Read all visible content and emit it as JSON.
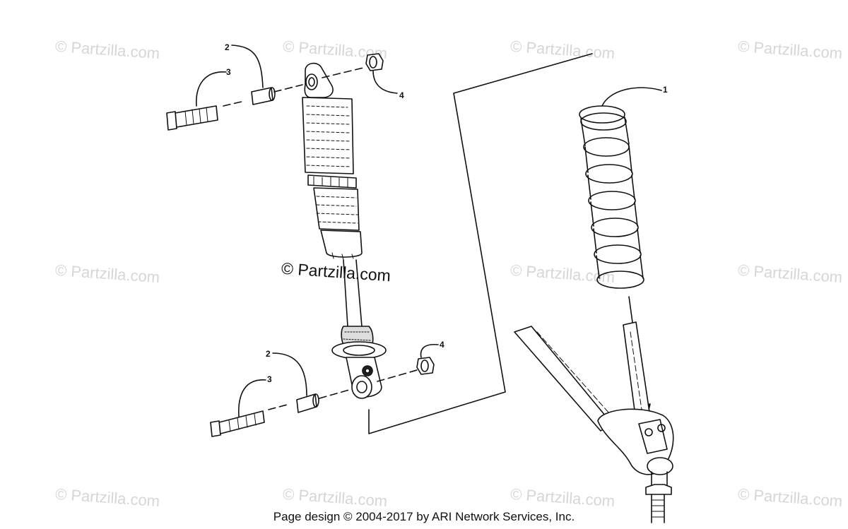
{
  "watermark": {
    "text": "© Partzilla.com"
  },
  "center_watermark": {
    "text": "© Partzilla.com"
  },
  "callouts": {
    "spring": "1",
    "bushing_top": "2",
    "bolt_top": "3",
    "nut_top": "4",
    "bushing_bottom": "2",
    "bolt_bottom": "3",
    "nut_bottom": "4"
  },
  "footer": {
    "text": "Page design © 2004-2017 by ARI Network Services, Inc."
  }
}
